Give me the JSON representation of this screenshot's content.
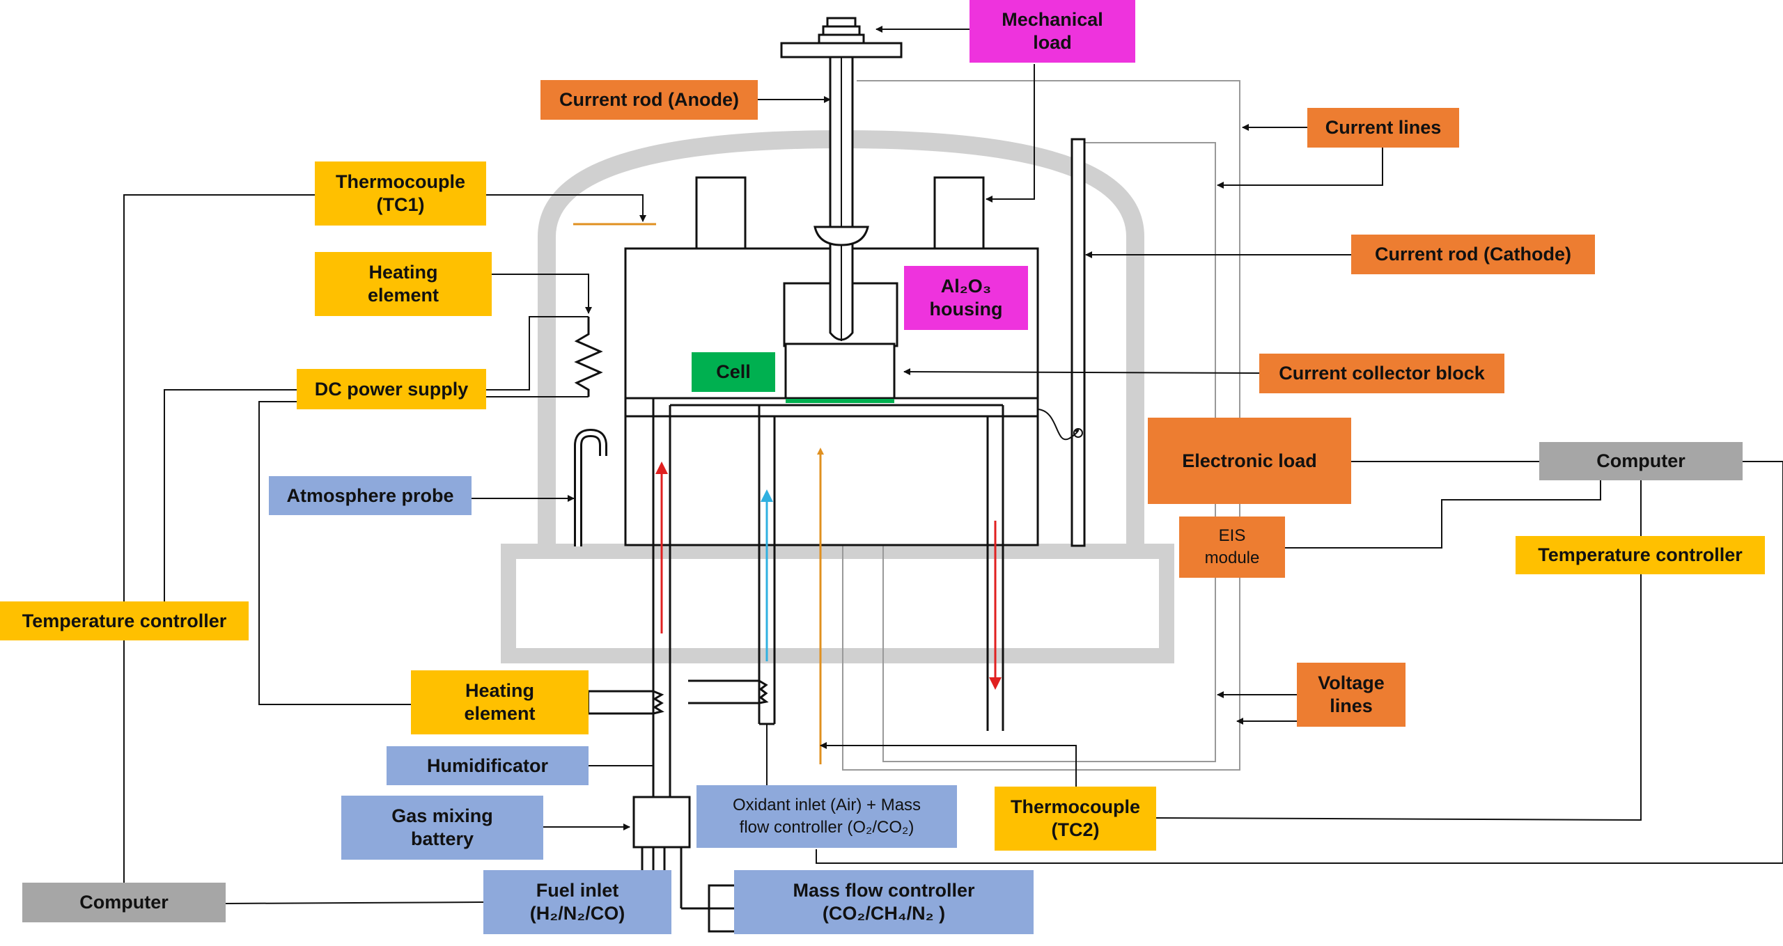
{
  "labels": {
    "mechanical_load": [
      "Mechanical",
      "load"
    ],
    "current_rod_anode": "Current rod (Anode)",
    "current_lines": "Current lines",
    "thermocouple_tc1": [
      "Thermocouple",
      "(TC1)"
    ],
    "current_rod_cathode": "Current rod (Cathode)",
    "heating_element_top": [
      "Heating",
      "element"
    ],
    "al2o3_housing": [
      "Al₂O₃",
      "housing"
    ],
    "dc_power_supply": "DC power supply",
    "cell": "Cell",
    "current_collector_block": "Current collector block",
    "electronic_load": "Electronic load",
    "computer_right": "Computer",
    "atmosphere_probe": "Atmosphere probe",
    "eis_module": [
      "EIS",
      "module"
    ],
    "temperature_controller_right": "Temperature controller",
    "temperature_controller_left": "Temperature controller",
    "heating_element_bottom": [
      "Heating",
      "element"
    ],
    "voltage_lines": [
      "Voltage",
      "lines"
    ],
    "humidificator": "Humidificator",
    "oxidant_inlet": [
      "Oxidant inlet (Air) + Mass",
      "flow controller (O₂/CO₂)"
    ],
    "gas_mixing_battery": [
      "Gas mixing",
      "battery"
    ],
    "thermocouple_tc2": [
      "Thermocouple",
      "(TC2)"
    ],
    "computer_left": "Computer",
    "fuel_inlet": [
      "Fuel inlet",
      "(H₂/N₂/CO)"
    ],
    "mass_flow_controller": [
      "Mass flow controller",
      "(CO₂/CH₄/N₂ )"
    ]
  },
  "colors": {
    "orange": "#ED7D31",
    "yellow": "#FFC000",
    "blue": "#8EA9DB",
    "gray": "#A6A6A6",
    "magenta": "#EE33DD",
    "green": "#00B050",
    "furnace": "#D0D0D0",
    "flow_red": "#E02020",
    "flow_cyan": "#30B0E0",
    "flow_orange": "#E09020"
  }
}
